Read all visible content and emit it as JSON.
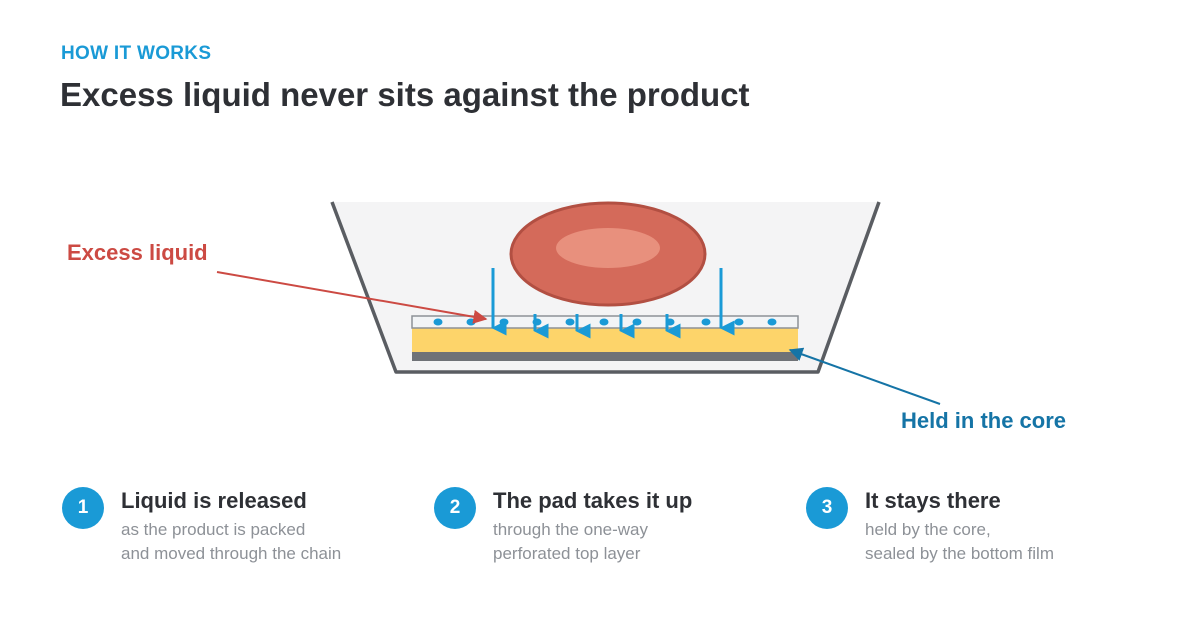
{
  "header": {
    "eyebrow": "HOW IT WORKS",
    "title": "Excess liquid never sits against the product"
  },
  "callouts": {
    "excess_liquid": "Excess liquid",
    "held_in_core": "Held in the core"
  },
  "colors": {
    "accent_blue": "#1a9ad6",
    "core_blue": "#1574a6",
    "liquid_red": "#cc4a43",
    "product_red": "#d46a5a",
    "product_highlight": "#e8907d",
    "core_yellow": "#fdd46a",
    "film_grey": "#6f7277",
    "tray_grey": "#5a5d62",
    "tray_fill": "#f4f4f5",
    "text_dark": "#2e3035",
    "text_grey": "#8d9197"
  },
  "steps": [
    {
      "number": "1",
      "title": "Liquid is released",
      "line1": "as the product is packed",
      "line2": "and moved through the chain"
    },
    {
      "number": "2",
      "title": "The pad takes it up",
      "line1": "through the one-way",
      "line2": "perforated top layer"
    },
    {
      "number": "3",
      "title": "It stays there",
      "line1": "held by the core,",
      "line2": "sealed by the bottom film"
    }
  ]
}
